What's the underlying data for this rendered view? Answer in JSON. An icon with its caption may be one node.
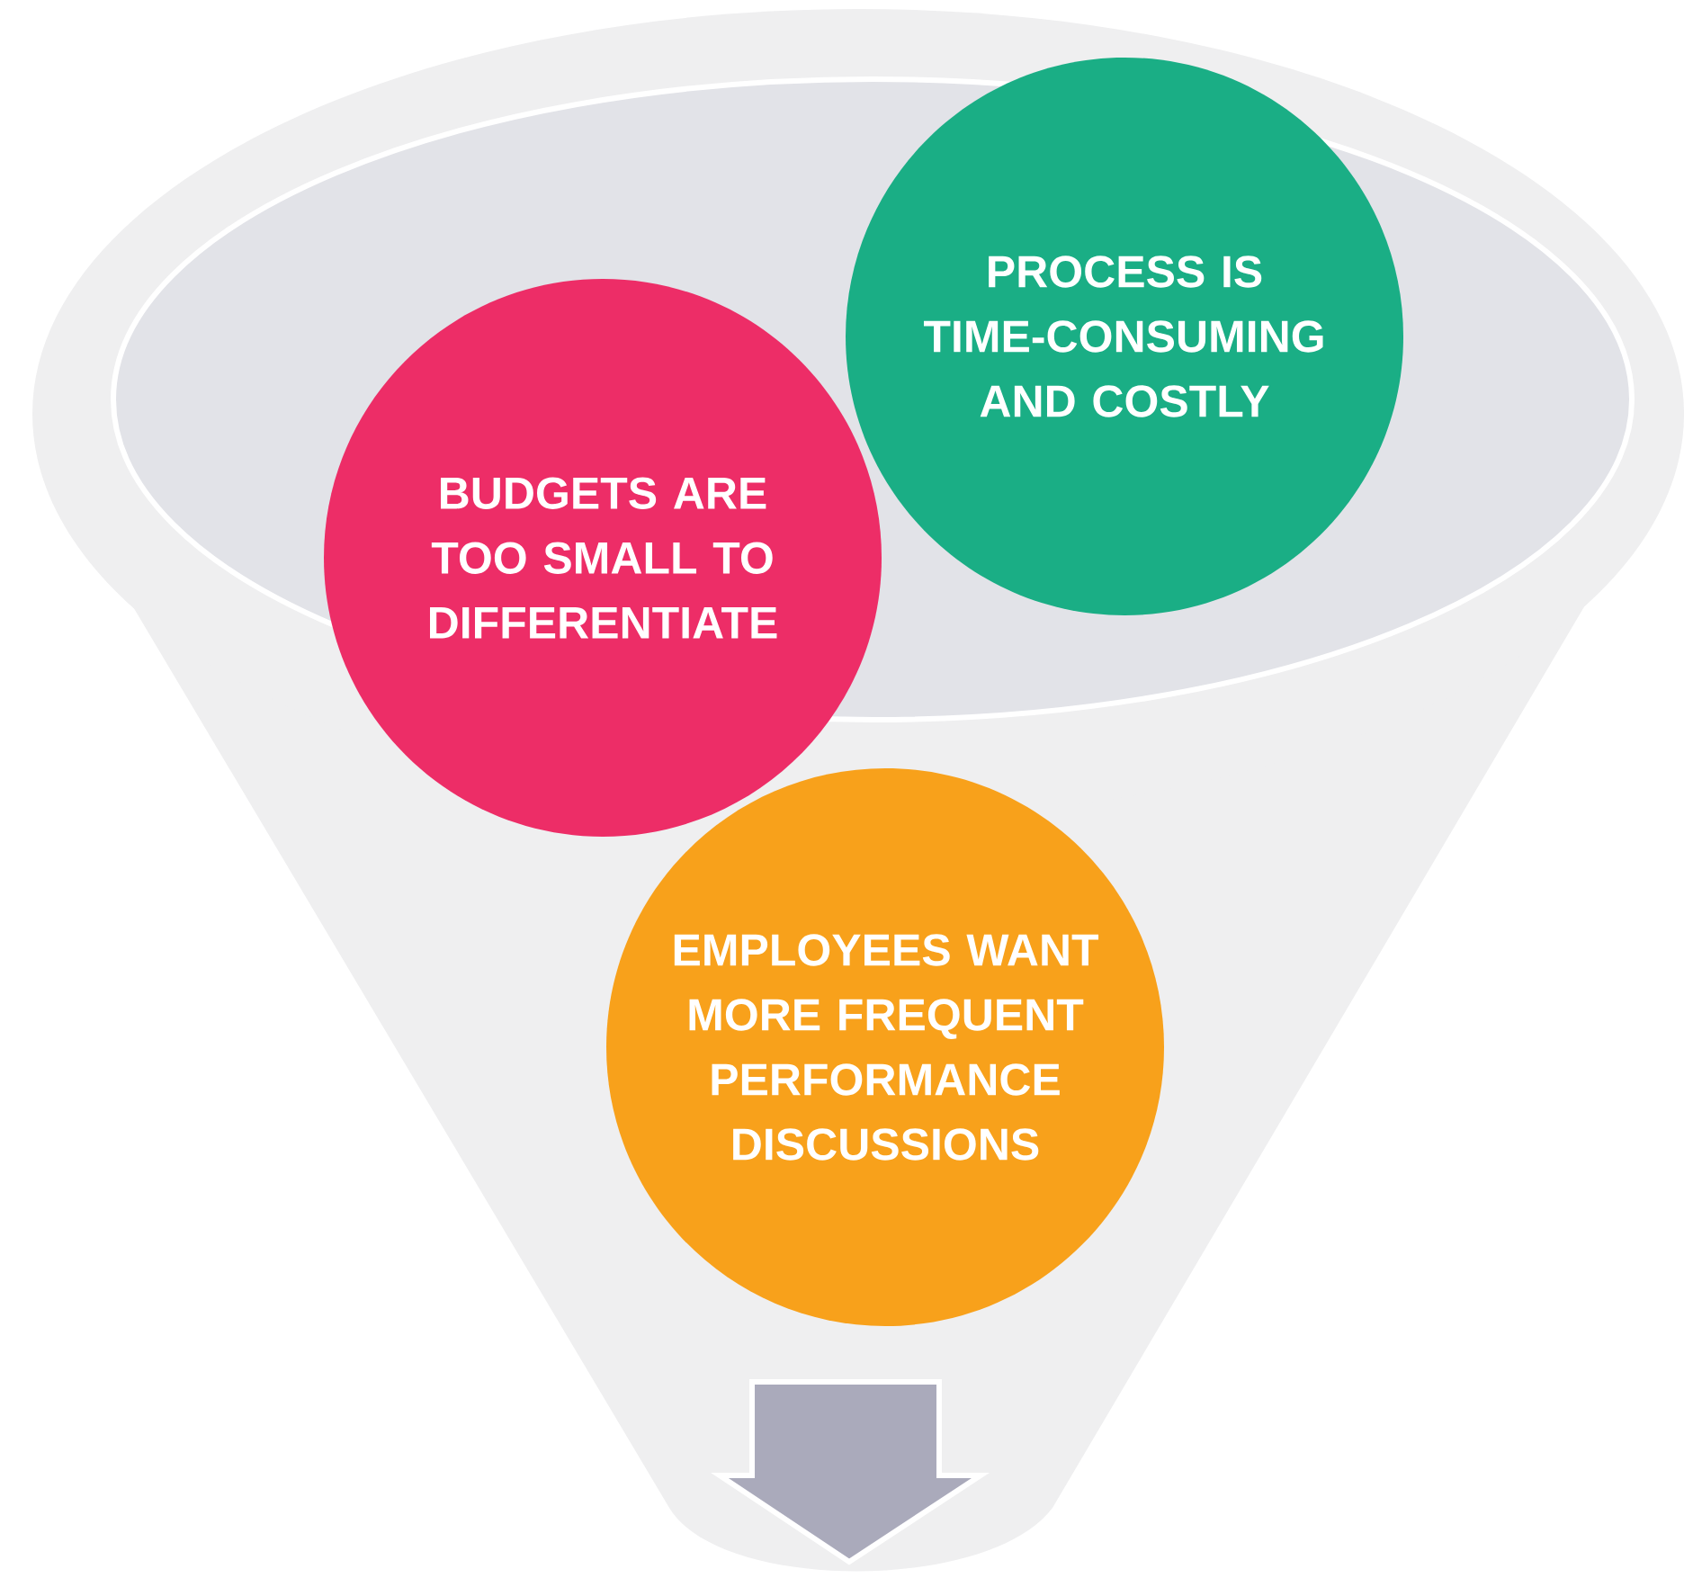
{
  "diagram": {
    "nodes": [
      {
        "text": [
          "PROCESS IS TIME-CONSUMING AND COSTLY"
        ]
      },
      {
        "text": [
          "BUDGETS ARE TOO SMALL TO DIFFERENTIATE"
        ]
      },
      {
        "text": [
          "EMPLOYEES WANT MORE FREQUENT PERFORMANCE DISCUSSIONS"
        ]
      }
    ]
  }
}
